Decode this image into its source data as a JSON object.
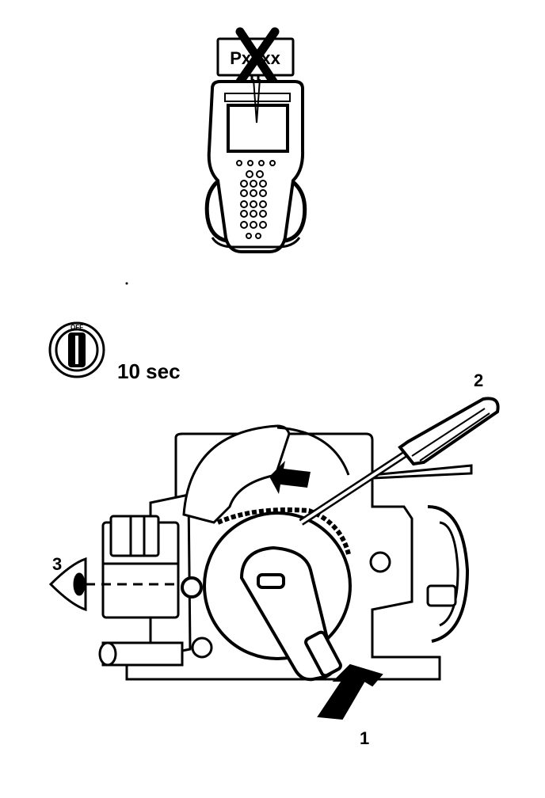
{
  "scan_tool": {
    "display_code": "Pxxxx",
    "crossed_out": true
  },
  "ignition_switch": {
    "position_label": "OFF",
    "duration_label": "10 sec"
  },
  "callouts": [
    {
      "number": "1",
      "meaning": "arrow"
    },
    {
      "number": "2",
      "meaning": "screwdriver"
    },
    {
      "number": "3",
      "meaning": "view eye"
    }
  ],
  "colors": {
    "ink": "#000000",
    "paper": "#ffffff"
  }
}
